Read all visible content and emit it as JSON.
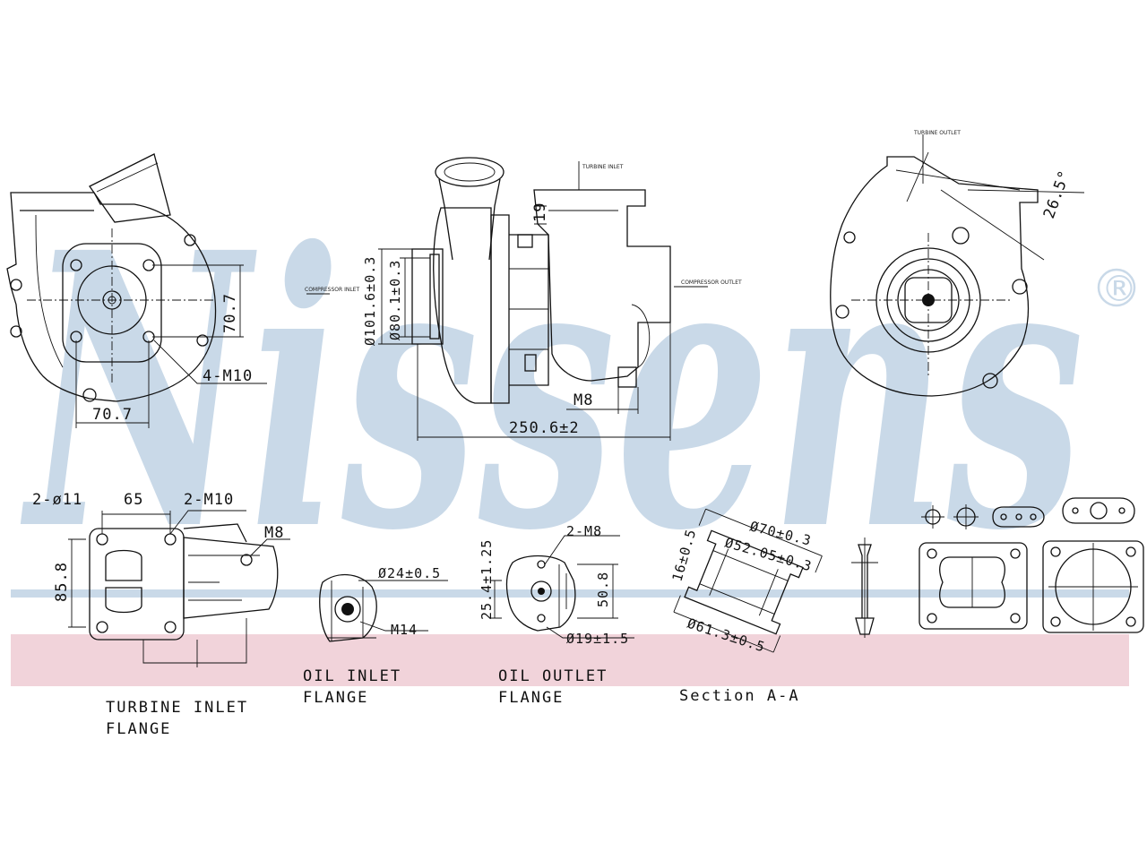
{
  "brand": {
    "watermark": "Nissens",
    "registered_mark": "®",
    "watermark_color": "#c9d9e8",
    "stripe_blue": "#c9d9e8",
    "stripe_pink": "#f1d3da"
  },
  "views": {
    "front_view": {
      "dim_vertical": "70.7",
      "dim_horizontal": "70.7",
      "bolt_callout": "4-M10"
    },
    "side_view": {
      "dia_outer": "Ø101.6±0.3",
      "dia_inner": "Ø80.1±0.3",
      "thread": "M8",
      "overall_length": "250.6±2",
      "dim_small": "19",
      "note_left": "COMPRESSOR INLET",
      "note_right": "COMPRESSOR OUTLET",
      "note_top": "TURBINE INLET"
    },
    "rear_view": {
      "angle_dim": "26.5°",
      "note_top": "TURBINE OUTLET"
    }
  },
  "details": {
    "turbine_inlet_flange": {
      "holes": "2-ø11",
      "spacing": "65",
      "threads": "2-M10",
      "thread_side": "M8",
      "height": "85.8",
      "caption_line1": "TURBINE INLET",
      "caption_line2": "FLANGE"
    },
    "oil_inlet_flange": {
      "dia": "Ø24±0.5",
      "thread": "M14",
      "caption_line1": "OIL INLET",
      "caption_line2": "FLANGE"
    },
    "oil_outlet_flange": {
      "threads": "2-M8",
      "height_left": "25.4±1.25",
      "height_right": "50.8",
      "dia": "Ø19±1.5",
      "caption_line1": "OIL OUTLET",
      "caption_line2": "FLANGE"
    },
    "section_aa": {
      "dia_70": "Ø70±0.3",
      "dia_52": "Ø52.05±0.3",
      "dia_61": "Ø61.3±0.5",
      "chamfer": "16±0.5",
      "caption": "Section A-A"
    }
  }
}
